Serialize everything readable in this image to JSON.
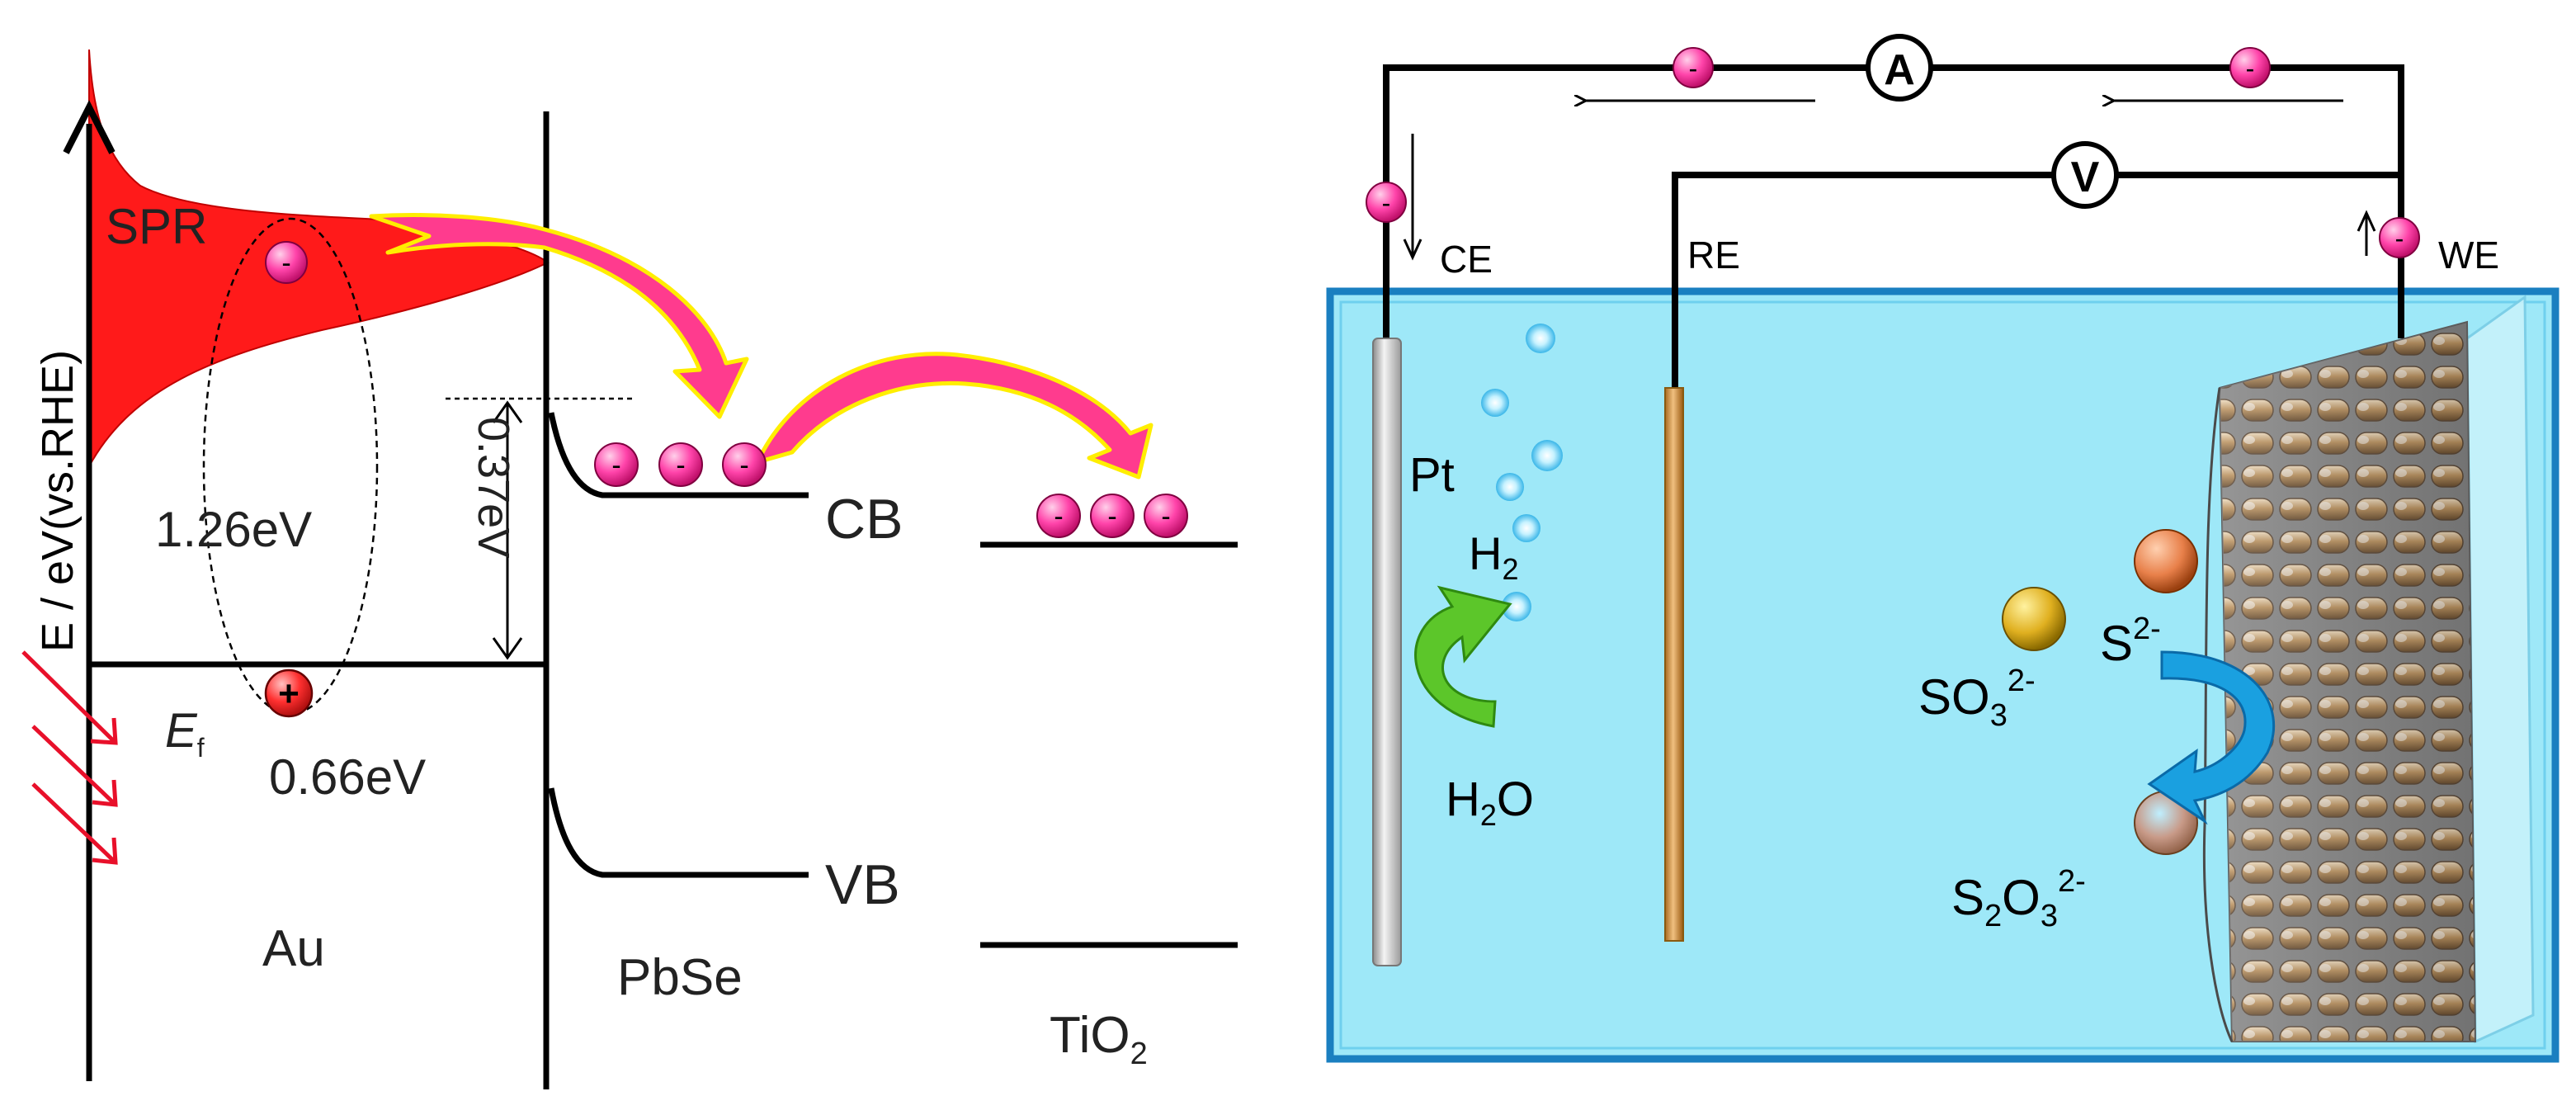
{
  "energy_diagram": {
    "y_axis_label": "E / eV(vs.RHE)",
    "spr_label": "SPR",
    "gap_label": "1.26eV",
    "offset_label": "0.37eV",
    "fermi_label_main": "E",
    "fermi_label_sub": "f",
    "fermi_offset_label": "0.66eV",
    "cb_label": "CB",
    "vb_label": "VB",
    "au_label": "Au",
    "pbse_label": "PbSe",
    "tio2_label_main": "TiO",
    "tio2_label_sub": "2",
    "electron_symbol": "-",
    "hole_symbol": "+"
  },
  "cell_diagram": {
    "ammeter_label": "A",
    "voltmeter_label": "V",
    "ce_label": "CE",
    "re_label": "RE",
    "we_label": "WE",
    "pt_label": "Pt",
    "h2_main": "H",
    "h2_sub": "2",
    "h2o_main": "H",
    "h2o_sub": "2",
    "h2o_end": "O",
    "s_ion_main": "S",
    "s_ion_sup": "2-",
    "so3_main": "SO",
    "so3_sub": "3",
    "so3_sup": "2-",
    "s2o3_main": "S",
    "s2o3_sub1": "2",
    "s2o3_mid": "O",
    "s2o3_sub2": "3",
    "s2o3_sup": "2-",
    "electron_symbol": "-"
  },
  "colors": {
    "spr_red": "#ff1a1a",
    "arrow_pink": "#ff3b8e",
    "arrow_outline": "#ffee00",
    "electron_pink": "#ff3ea5",
    "hole_red": "#ff3030",
    "electrolyte": "#9ee8f8",
    "cell_border": "#1a7fc0",
    "pt_electrode": "#c8c8c8",
    "ref_electrode": "#d29a4a",
    "green_arrow": "#5cc62a",
    "blue_arrow": "#1aa0e0",
    "so3_ball": "#e0b020",
    "s_ball": "#e8804a",
    "s2o3_ball": "#c08a7a"
  }
}
